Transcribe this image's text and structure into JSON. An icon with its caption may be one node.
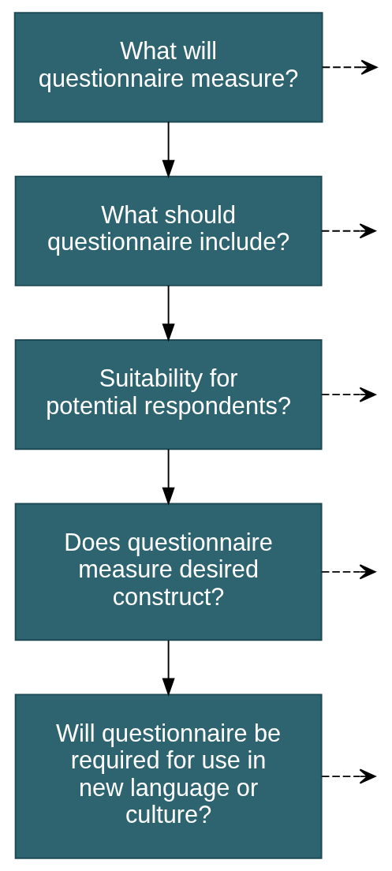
{
  "diagram": {
    "nodes": [
      {
        "text": [
          "What will questionnaire measure?"
        ]
      },
      {
        "text": [
          "What should questionnaire include?"
        ]
      },
      {
        "text": [
          "Suitability for potential respondents?"
        ]
      },
      {
        "text": [
          "Does questionnaire measure desired construct?"
        ]
      },
      {
        "text": [
          "Will questionnaire be required for use in new language or culture?"
        ]
      }
    ],
    "edges": [
      {
        "from": 0,
        "to": 1,
        "arrow": "to"
      },
      {
        "from": 1,
        "to": 2,
        "arrow": "to"
      },
      {
        "from": 2,
        "to": 3,
        "arrow": "to"
      },
      {
        "from": 3,
        "to": 4,
        "arrow": "to"
      },
      {
        "from": 0,
        "to": null,
        "arrow": "to",
        "style": "dashed"
      },
      {
        "from": 1,
        "to": null,
        "arrow": "to",
        "style": "dashed"
      },
      {
        "from": 2,
        "to": null,
        "arrow": "to",
        "style": "dashed"
      },
      {
        "from": 3,
        "to": null,
        "arrow": "to",
        "style": "dashed"
      },
      {
        "from": 4,
        "to": null,
        "arrow": "to",
        "style": "dashed"
      }
    ]
  }
}
